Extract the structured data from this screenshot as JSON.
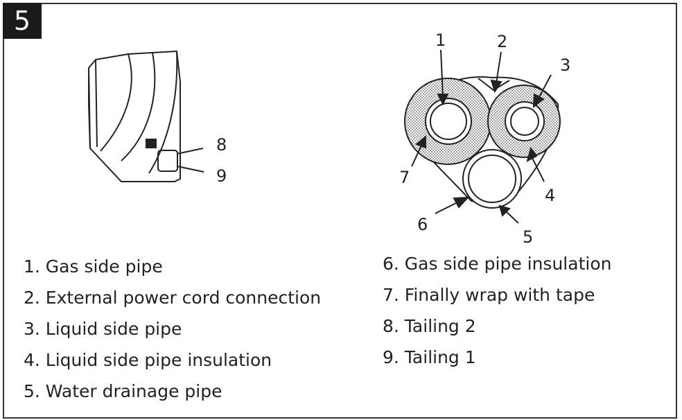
{
  "step_number": "5",
  "unit_callouts": [
    "8",
    "9"
  ],
  "pipe_callouts": [
    "1",
    "2",
    "3",
    "4",
    "5",
    "6",
    "7"
  ],
  "legend_left": [
    "1.  Gas side pipe",
    "2.  External power cord connection",
    "3.  Liquid side pipe",
    "4.  Liquid side pipe insulation",
    "5.  Water drainage pipe"
  ],
  "legend_right": [
    "6.  Gas side pipe insulation",
    "7.  Finally wrap with tape",
    "8.  Tailing 2",
    "9.  Tailing 1"
  ],
  "colors": {
    "line": "#222222",
    "badge": "#1a1a1a"
  },
  "icons": [
    "indoor-unit-side-view",
    "pipe-bundle-cross-section"
  ]
}
